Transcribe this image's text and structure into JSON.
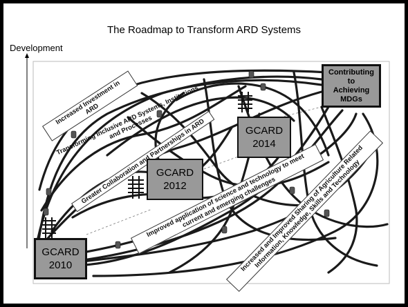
{
  "title": "The Roadmap to Transform ARD Systems",
  "y_axis_label": "Development",
  "boxes": {
    "gcard2010": "GCARD\n2010",
    "gcard2012": "GCARD\n2012",
    "gcard2014": "GCARD\n2014",
    "mdgs": "Contributing\nto\nAchieving\nMDGs"
  },
  "pathway_labels": {
    "investment": "Increased Investment in\nARD",
    "transform": "Transforming Inclusive ARD Systems, Institutions\nand Processes",
    "collaboration": "Greater Collaboration and Partnerships in ARD",
    "science": "Improved application of science and technology to meet\ncurrent and emerging challenges",
    "sharing": "Increased and Improved Sharing of Agriculture Related\nInformation, Knowledge, Skills and Technology"
  },
  "colors": {
    "box_fill": "#999999",
    "lines": "#1a1a1a",
    "background": "#ffffff",
    "border": "#000000"
  }
}
